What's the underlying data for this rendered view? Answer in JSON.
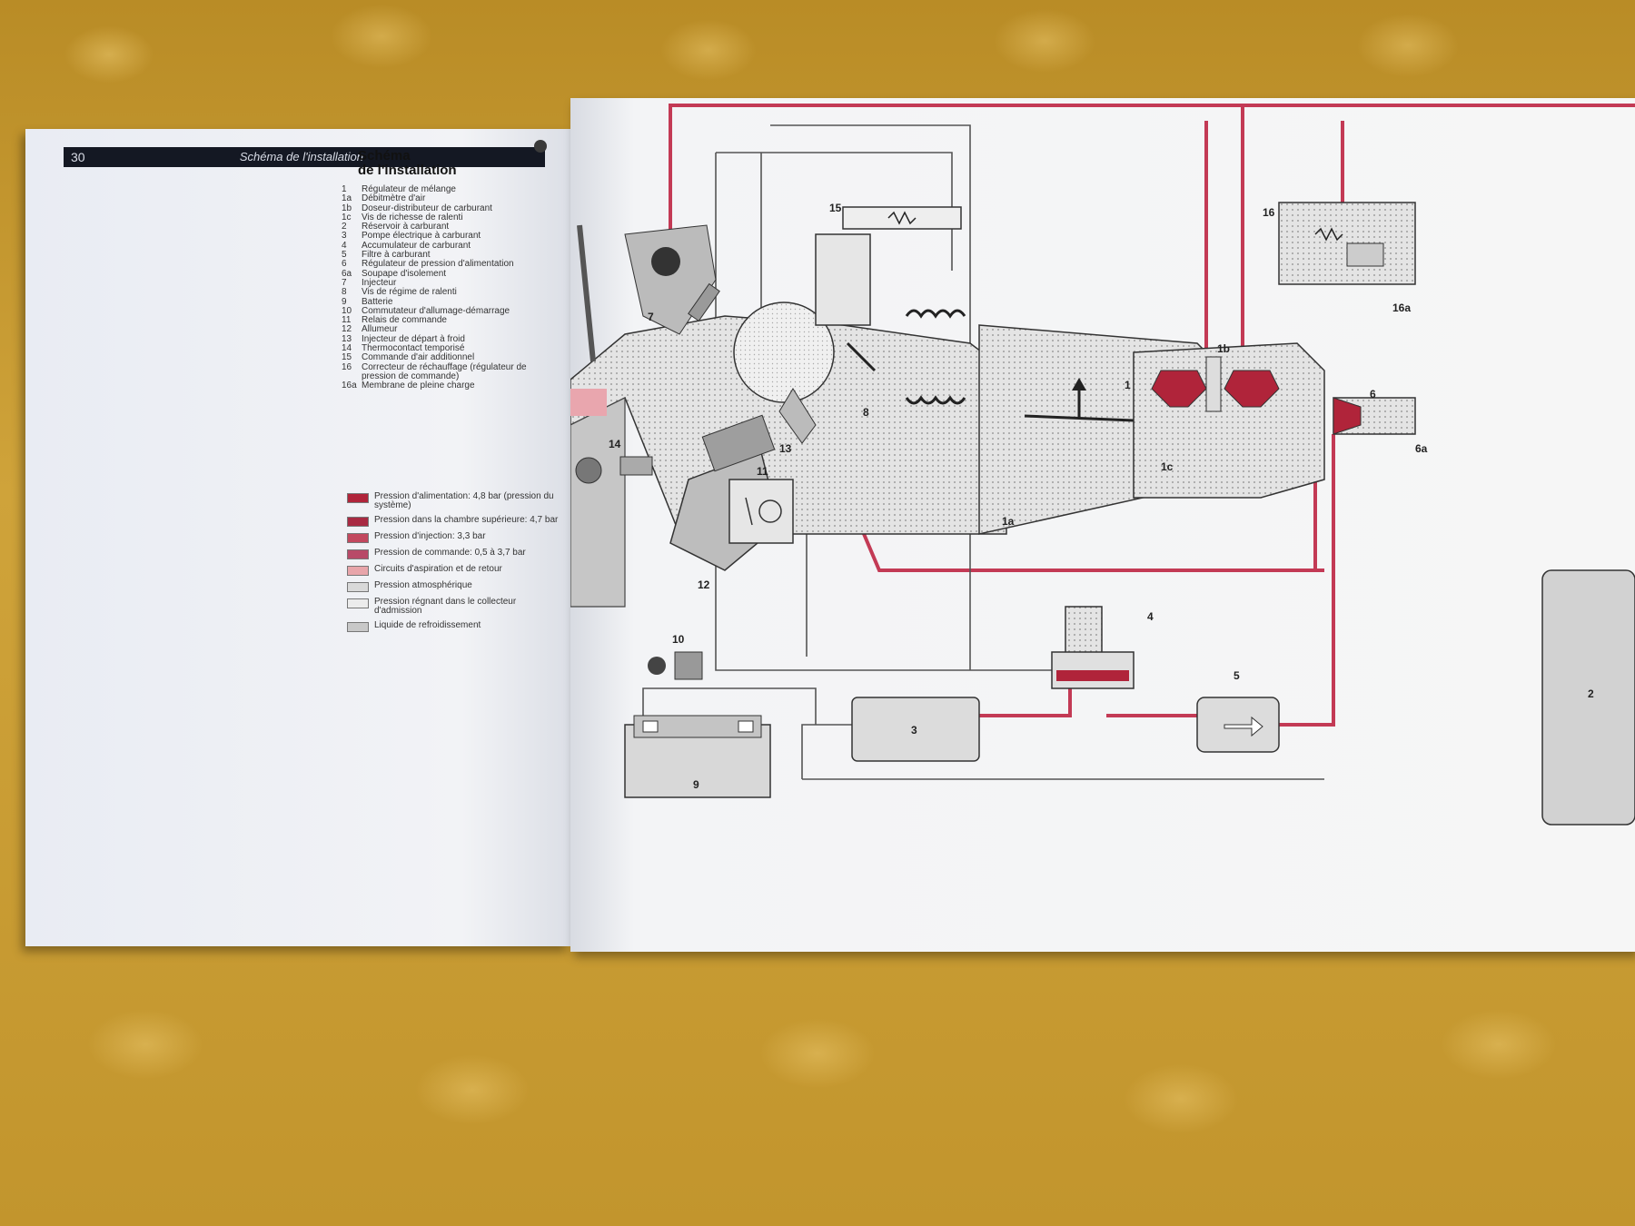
{
  "header": {
    "page_number": "30",
    "title": "Schéma de l'installation"
  },
  "diagram_title": [
    "Schéma",
    "de l'installation"
  ],
  "components": [
    {
      "n": "1",
      "t": "Régulateur de mélange"
    },
    {
      "n": "1a",
      "t": "Débitmètre d'air"
    },
    {
      "n": "1b",
      "t": "Doseur-distributeur de carburant"
    },
    {
      "n": "1c",
      "t": "Vis de richesse de ralenti"
    },
    {
      "n": "2",
      "t": "Réservoir à carburant"
    },
    {
      "n": "3",
      "t": "Pompe électrique à carburant"
    },
    {
      "n": "4",
      "t": "Accumulateur de carburant"
    },
    {
      "n": "5",
      "t": "Filtre à carburant"
    },
    {
      "n": "6",
      "t": "Régulateur de pression d'alimentation"
    },
    {
      "n": "6a",
      "t": "Soupape d'isolement"
    },
    {
      "n": "7",
      "t": "Injecteur"
    },
    {
      "n": "8",
      "t": "Vis de régime de ralenti"
    },
    {
      "n": "9",
      "t": "Batterie"
    },
    {
      "n": "10",
      "t": "Commutateur d'allumage-démarrage"
    },
    {
      "n": "11",
      "t": "Relais de commande"
    },
    {
      "n": "12",
      "t": "Allumeur"
    },
    {
      "n": "13",
      "t": "Injecteur de départ à froid"
    },
    {
      "n": "14",
      "t": "Thermocontact temporisé"
    },
    {
      "n": "15",
      "t": "Commande d'air additionnel"
    },
    {
      "n": "16",
      "t": "Correcteur de réchauffage (régulateur de pression de commande)"
    },
    {
      "n": "16a",
      "t": "Membrane de pleine charge"
    }
  ],
  "key": [
    {
      "t": "Pression d'alimentation: 4,8 bar (pression du système)",
      "color": "#b0243a"
    },
    {
      "t": "Pression dans la chambre supérieure: 4,7 bar",
      "color": "#a82a42"
    },
    {
      "t": "Pression d'injection: 3,3 bar",
      "color": "#c2485e"
    },
    {
      "t": "Pression de commande: 0,5 à 3,7 bar",
      "color": "#b84a68"
    },
    {
      "t": "Circuits d'aspiration et de retour",
      "color": "#e8a5aa"
    },
    {
      "t": "Pression atmosphérique",
      "color": "#d9d9d9"
    },
    {
      "t": "Pression régnant dans le collecteur d'admission",
      "color": "#ececec"
    },
    {
      "t": "Liquide de refroidissement",
      "color": "#c8c8c8"
    }
  ],
  "diagram_labels": {
    "l1": "1",
    "l1a": "1a",
    "l1b": "1b",
    "l1c": "1c",
    "l2": "2",
    "l3": "3",
    "l4": "4",
    "l5": "5",
    "l6": "6",
    "l6a": "6a",
    "l7": "7",
    "l8": "8",
    "l9": "9",
    "l10": "10",
    "l11": "11",
    "l12": "12",
    "l13": "13",
    "l14": "14",
    "l15": "15",
    "l16": "16",
    "l16a": "16a"
  },
  "colors": {
    "fuel_line": "#c33a55",
    "control_line": "#d35e78",
    "header": "#141823"
  }
}
